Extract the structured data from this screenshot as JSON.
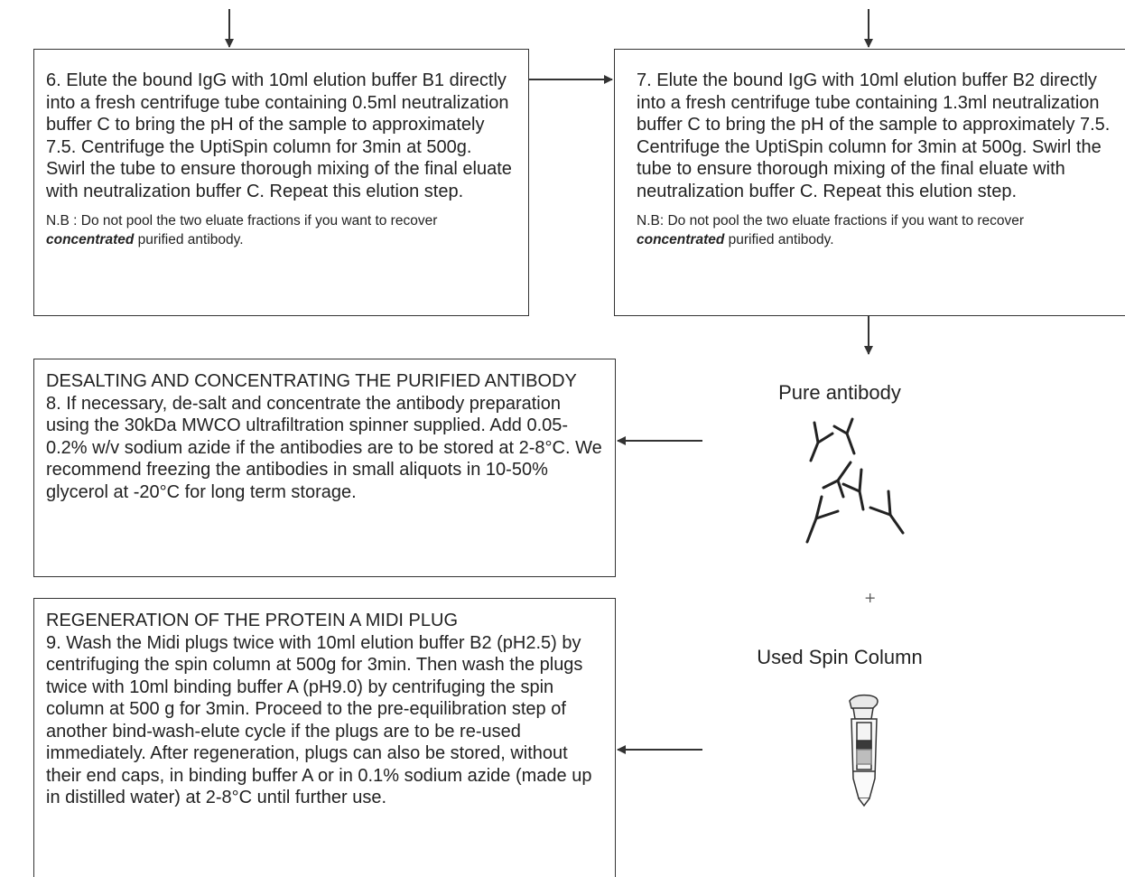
{
  "step6": {
    "text": "6. Elute the bound IgG with 10ml elution buffer B1 directly into a fresh centrifuge tube containing 0.5ml neutralization buffer C to bring the pH of the sample to approximately 7.5. Centrifuge the UptiSpin column for 3min at 500g. Swirl the tube to ensure thorough mixing of the final eluate with neutralization buffer C. Repeat this elution step.",
    "note_prefix": "N.B : Do not pool the two eluate fractions if you want to recover ",
    "note_emphasis": "concentrated",
    "note_suffix": " purified antibody."
  },
  "step7": {
    "text": "7. Elute the bound IgG with 10ml elution buffer B2 directly into a fresh centrifuge tube containing 1.3ml neutralization buffer C to bring the pH of the sample to approximately 7.5. Centrifuge the UptiSpin column for 3min at 500g. Swirl the tube to ensure thorough mixing of the final eluate with neutralization buffer C. Repeat this elution step.",
    "note_prefix": "N.B: Do not pool the two eluate fractions if you want to recover ",
    "note_emphasis": "concentrated",
    "note_suffix": " purified antibody."
  },
  "step8": {
    "heading": "DESALTING AND CONCENTRATING THE PURIFIED ANTIBODY",
    "text": "8. If necessary, de-salt and concentrate the antibody preparation using the 30kDa MWCO ultrafiltration spinner supplied. Add 0.05-0.2% w/v sodium azide if the antibodies are to be stored at 2-8°C. We recommend freezing the antibodies in small aliquots in 10-50% glycerol at -20°C for long term storage."
  },
  "step9": {
    "heading": "REGENERATION OF THE PROTEIN A MIDI PLUG",
    "text": "9. Wash the Midi plugs twice with 10ml elution buffer B2 (pH2.5) by centrifuging the spin column at 500g for 3min. Then wash the plugs twice with 10ml binding buffer A (pH9.0) by centrifuging the spin column at 500 g for 3min. Proceed to the pre-equilibration step of another bind-wash-elute cycle if the plugs are to be re-used immediately. After regeneration, plugs can also be stored, without their end caps, in binding buffer A or in 0.1% sodium azide (made up in distilled water) at 2-8°C until further use."
  },
  "outputs": {
    "pure_antibody": "Pure antibody",
    "plus": "+",
    "used_spin_column": "Used Spin Column"
  },
  "icons": {
    "antibody": "antibody-icon",
    "spin_column": "spin-column-icon"
  }
}
